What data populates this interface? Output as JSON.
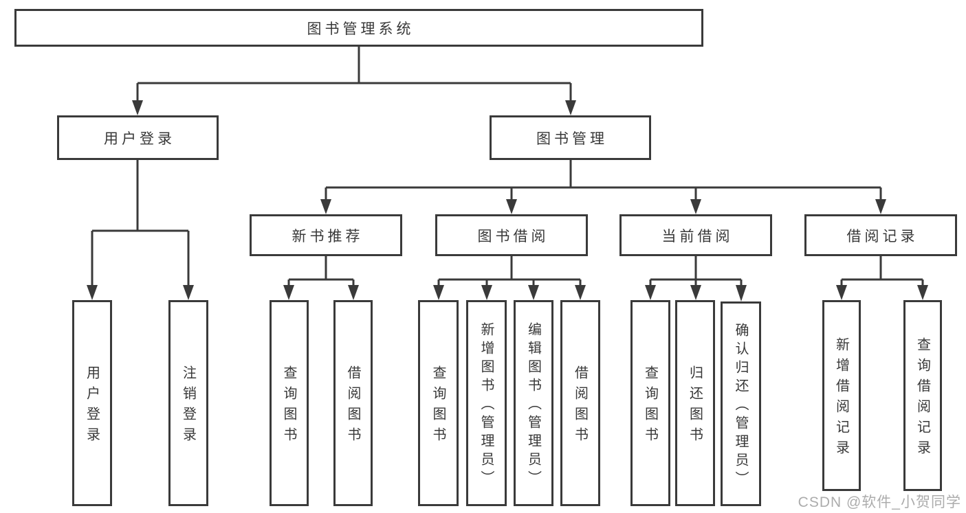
{
  "diagram": {
    "root": {
      "label": "图书管理系统"
    },
    "level2": {
      "user_login": {
        "label": "用户登录"
      },
      "book_management": {
        "label": "图书管理"
      }
    },
    "level3": {
      "new_book_recommend": {
        "label": "新书推荐"
      },
      "book_borrow": {
        "label": "图书借阅"
      },
      "current_borrow": {
        "label": "当前借阅"
      },
      "borrow_records": {
        "label": "借阅记录"
      }
    },
    "leaves": {
      "user_login_leaf": {
        "label": "用户登录"
      },
      "logout": {
        "label": "注销登录"
      },
      "query_books_recommend": {
        "label": "查询图书"
      },
      "borrow_books_recommend": {
        "label": "借阅图书"
      },
      "query_books_borrow": {
        "label": "查询图书"
      },
      "add_book_admin": {
        "label": "新增图书（管理员）"
      },
      "edit_book_admin": {
        "label": "编辑图书（管理员）"
      },
      "borrow_books_borrow": {
        "label": "借阅图书"
      },
      "query_books_current": {
        "label": "查询图书"
      },
      "return_books": {
        "label": "归还图书"
      },
      "confirm_return_admin": {
        "label": "确认归还（管理员）"
      },
      "add_borrow_record": {
        "label": "新增借阅记录"
      },
      "query_borrow_record": {
        "label": "查询借阅记录"
      }
    },
    "watermark": {
      "text": "CSDN @软件_小贺同学"
    },
    "colors": {
      "line": "#3a3a3a",
      "text": "#383838",
      "watermark": "#a8a8a8",
      "background": "#ffffff"
    }
  }
}
